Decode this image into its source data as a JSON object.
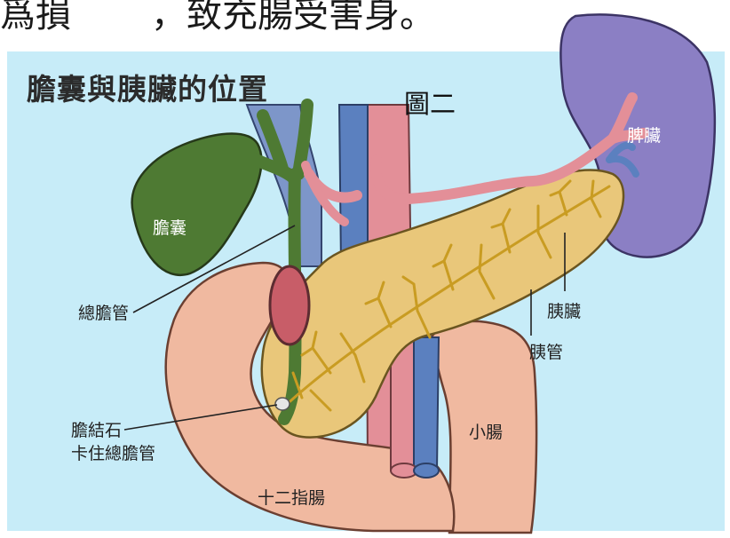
{
  "top_text": {
    "left": "爲損",
    "right": "，致充腸受害身。"
  },
  "title": "膽囊與胰臟的位置",
  "figure_label": "圖二",
  "labels": {
    "gallbladder": "膽囊",
    "spleen": "脾臟",
    "common_bile_duct": "總膽管",
    "pancreas": "胰臟",
    "pancreatic_duct": "胰管",
    "gallstone_line1": "膽結石",
    "gallstone_line2": "卡住總膽管",
    "small_intestine": "小腸",
    "duodenum": "十二指腸"
  },
  "colors": {
    "background": "#c7ecf8",
    "gallbladder": "#4e7a33",
    "spleen": "#8b7fc4",
    "pancreas": "#e9c77a",
    "duct": "#d4ad2c",
    "intestine": "#f0b9a0",
    "artery": "#e38f98",
    "vein": "#5b80bf"
  }
}
